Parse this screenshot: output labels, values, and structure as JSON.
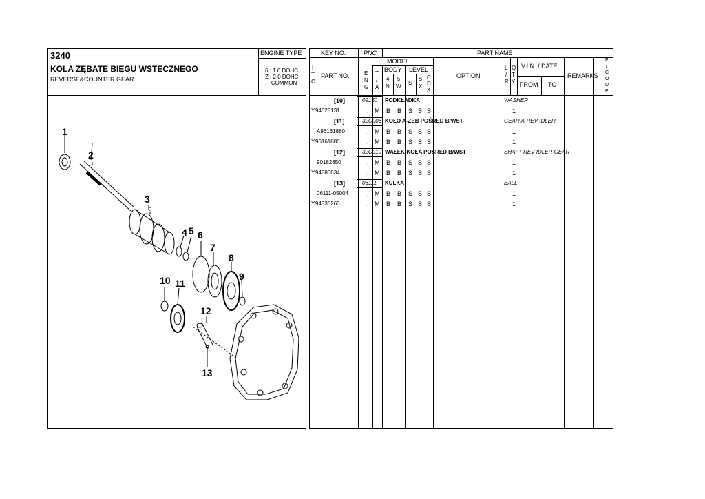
{
  "title": {
    "code": "3240",
    "name_pl": "KOLA ZĘBATE BIEGU WSTECZNEGO",
    "name_en": "REVERSE&COUNTER GEAR"
  },
  "engine_type": {
    "label": "ENGINE TYPE",
    "lines": [
      "6 : 1.6 DOHC",
      "Z : 2.0 DOHC",
      ". : COMMON"
    ]
  },
  "header": {
    "key_no": "KEY NO.",
    "pnc": "PNC",
    "part_name": "PART NAME",
    "itc": [
      "I",
      "T",
      "C"
    ],
    "part_no": "PART NO.",
    "model": "MODEL",
    "body": "BODY",
    "level": "LEVEL",
    "eng": [
      "E",
      "N",
      "G"
    ],
    "ta": [
      "T",
      "/",
      "A"
    ],
    "body_4n": [
      "4",
      "N"
    ],
    "body_5w": [
      "5",
      "W"
    ],
    "s": "S",
    "sx": [
      "S",
      "X"
    ],
    "cdx": [
      "C",
      "D",
      "X"
    ],
    "option": "OPTION",
    "lr": [
      "L",
      "/",
      "R"
    ],
    "qty": [
      "Q",
      "T",
      "Y"
    ],
    "vin_date": "V.I.N. / DATE",
    "from": "FROM",
    "to": "TO",
    "remarks": "REMARKS",
    "pcode": [
      "P",
      "/",
      "C",
      "O",
      "D",
      "E"
    ]
  },
  "rows": [
    {
      "type": "key",
      "key": "[10]",
      "pnc": "09160",
      "name": "PODKŁADKA",
      "en": "WASHER"
    },
    {
      "type": "part",
      "itc": "Y",
      "part": "94525131",
      "eng": ".",
      "ta": "M",
      "b1": "B",
      "b2": "B",
      "l1": "S",
      "l2": "S",
      "l3": "S",
      "qty": "1"
    },
    {
      "type": "key",
      "key": "[11]",
      "pnc": "32C006",
      "name": "KOŁO A-ZĘB POŚRED B/WST",
      "en": "GEAR A-REV IDLER"
    },
    {
      "type": "part",
      "itc": "",
      "part": "A96161880",
      "eng": ".",
      "ta": "M",
      "b1": "B",
      "b2": "B",
      "l1": "S",
      "l2": "S",
      "l3": "S",
      "qty": "1"
    },
    {
      "type": "part",
      "itc": "Y",
      "part": "96161880",
      "eng": ".",
      "ta": "M",
      "b1": "B",
      "b2": "B",
      "l1": "S",
      "l2": "S",
      "l3": "S",
      "qty": "1"
    },
    {
      "type": "key",
      "key": "[12]",
      "pnc": "32C010",
      "name": "WAŁEK-KOŁA POŚRED B/WST",
      "en": "SHAFT-REV IDLER GEAR"
    },
    {
      "type": "part",
      "itc": "",
      "part": "90182850",
      "eng": ".",
      "ta": "M",
      "b1": "B",
      "b2": "B",
      "l1": "S",
      "l2": "S",
      "l3": "S",
      "qty": "1"
    },
    {
      "type": "part",
      "itc": "Y",
      "part": "94580634",
      "eng": ".",
      "ta": "M",
      "b1": "B",
      "b2": "B",
      "l1": "S",
      "l2": "S",
      "l3": "S",
      "qty": "1"
    },
    {
      "type": "key",
      "key": "[13]",
      "pnc": "06111",
      "name": "KULKA",
      "en": "BALL"
    },
    {
      "type": "part",
      "itc": "",
      "part": "06111-05004",
      "eng": ".",
      "ta": "M",
      "b1": "B",
      "b2": "B",
      "l1": "S",
      "l2": "S",
      "l3": "S",
      "qty": "1"
    },
    {
      "type": "part",
      "itc": "Y",
      "part": "94535263",
      "eng": ".",
      "ta": "M",
      "b1": "B",
      "b2": "B",
      "l1": "S",
      "l2": "S",
      "l3": "S",
      "qty": "1"
    }
  ],
  "diagram_labels": [
    "1",
    "2",
    "3",
    "4",
    "5",
    "6",
    "7",
    "8",
    "9",
    "10",
    "11",
    "12",
    "13"
  ]
}
